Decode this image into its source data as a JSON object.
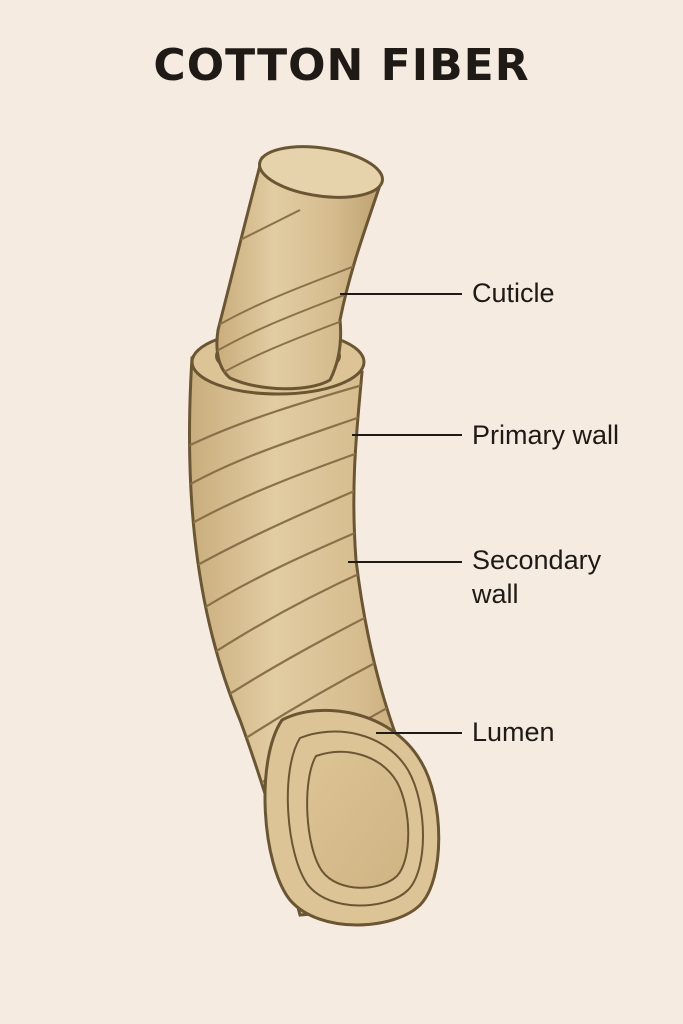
{
  "title": "COTTON FIBER",
  "labels": {
    "cuticle": "Cuticle",
    "primary_wall": "Primary wall",
    "secondary_wall_line1": "Secondary",
    "secondary_wall_line2": "wall",
    "lumen": "Lumen"
  },
  "colors": {
    "background": "#f6ebe1",
    "fiber_fill": "#d9c093",
    "fiber_light": "#e8d5ae",
    "outline": "#6b5634",
    "leader_line": "#1f1a16",
    "text": "#1f1a16"
  }
}
